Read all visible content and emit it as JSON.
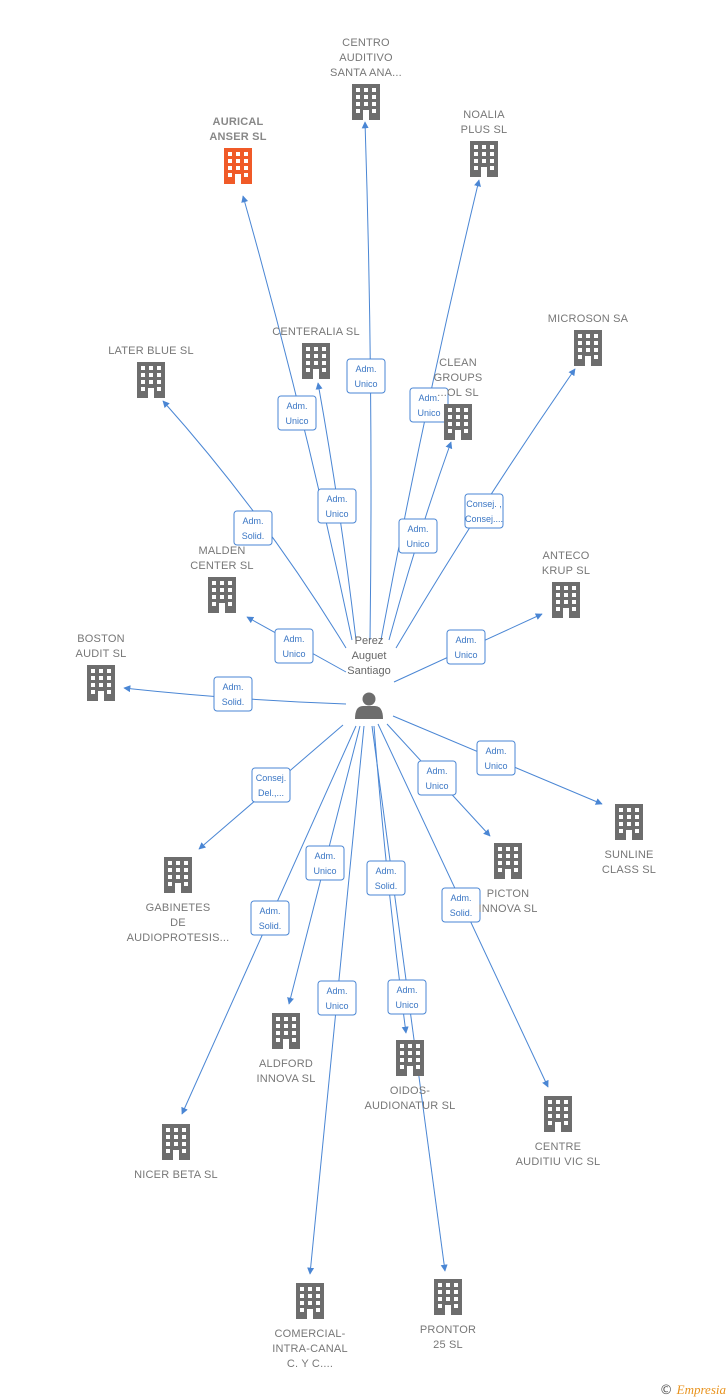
{
  "center": {
    "label_lines": [
      "Perez",
      "Auguet",
      "Santiago"
    ],
    "icon": "person-icon"
  },
  "colors": {
    "edge": "#4a86d4",
    "building": "#6d6d6d",
    "highlight_building": "#f05a28",
    "label": "#777777"
  },
  "nodes": [
    {
      "id": "centro-auditivo",
      "label_lines": [
        "CENTRO",
        "AUDITIVO",
        "SANTA ANA..."
      ],
      "icon": "building-icon",
      "highlight": false
    },
    {
      "id": "aurical-anser",
      "label_lines": [
        "AURICAL",
        "ANSER SL"
      ],
      "icon": "building-icon",
      "highlight": true
    },
    {
      "id": "noalia-plus",
      "label_lines": [
        "NOALIA",
        "PLUS SL"
      ],
      "icon": "building-icon",
      "highlight": false
    },
    {
      "id": "centeralia",
      "label_lines": [
        "CENTERALIA SL"
      ],
      "icon": "building-icon",
      "highlight": false
    },
    {
      "id": "later-blue",
      "label_lines": [
        "LATER BLUE SL"
      ],
      "icon": "building-icon",
      "highlight": false
    },
    {
      "id": "clean-groups",
      "label_lines": [
        "CLEAN",
        "GROUPS",
        "...OL SL"
      ],
      "icon": "building-icon",
      "highlight": false
    },
    {
      "id": "microson",
      "label_lines": [
        "MICROSON SA"
      ],
      "icon": "building-icon",
      "highlight": false
    },
    {
      "id": "malden-center",
      "label_lines": [
        "MALDEN",
        "CENTER SL"
      ],
      "icon": "building-icon",
      "highlight": false
    },
    {
      "id": "anteco-krup",
      "label_lines": [
        "ANTECO",
        "KRUP SL"
      ],
      "icon": "building-icon",
      "highlight": false
    },
    {
      "id": "boston-audit",
      "label_lines": [
        "BOSTON",
        "AUDIT SL"
      ],
      "icon": "building-icon",
      "highlight": false
    },
    {
      "id": "sunline-class",
      "label_lines": [
        "SUNLINE",
        "CLASS SL"
      ],
      "icon": "building-icon",
      "highlight": false
    },
    {
      "id": "gabinetes",
      "label_lines": [
        "GABINETES",
        "DE",
        "AUDIOPROTESIS..."
      ],
      "icon": "building-icon",
      "highlight": false
    },
    {
      "id": "picton-innova",
      "label_lines": [
        "PICTON",
        "INNOVA SL"
      ],
      "icon": "building-icon",
      "highlight": false
    },
    {
      "id": "aldford-innova",
      "label_lines": [
        "ALDFORD",
        "INNOVA SL"
      ],
      "icon": "building-icon",
      "highlight": false
    },
    {
      "id": "oidos-audionatur",
      "label_lines": [
        "OIDOS-",
        "AUDIONATUR SL"
      ],
      "icon": "building-icon",
      "highlight": false
    },
    {
      "id": "centre-auditiu",
      "label_lines": [
        "CENTRE",
        "AUDITIU VIC SL"
      ],
      "icon": "building-icon",
      "highlight": false
    },
    {
      "id": "nicer-beta",
      "label_lines": [
        "NICER BETA SL"
      ],
      "icon": "building-icon",
      "highlight": false
    },
    {
      "id": "comercial-intra",
      "label_lines": [
        "COMERCIAL-",
        "INTRA-CANAL",
        "C. Y C...."
      ],
      "icon": "building-icon",
      "highlight": false
    },
    {
      "id": "prontor-25",
      "label_lines": [
        "PRONTOR",
        "25 SL"
      ],
      "icon": "building-icon",
      "highlight": false
    }
  ],
  "edges": [
    {
      "to": "centro-auditivo",
      "label_lines": [
        "Adm.",
        "Unico"
      ]
    },
    {
      "to": "aurical-anser",
      "label_lines": [
        "Adm.",
        "Unico"
      ]
    },
    {
      "to": "noalia-plus",
      "label_lines": [
        "Adm.",
        "Unico"
      ]
    },
    {
      "to": "centeralia",
      "label_lines": [
        "Adm.",
        "Unico"
      ]
    },
    {
      "to": "later-blue",
      "label_lines": [
        "Adm.",
        "Solid."
      ]
    },
    {
      "to": "clean-groups",
      "label_lines": [
        "Adm.",
        "Unico"
      ]
    },
    {
      "to": "microson",
      "label_lines": [
        "Consej. ,",
        "Consej...."
      ]
    },
    {
      "to": "malden-center",
      "label_lines": [
        "Adm.",
        "Unico"
      ]
    },
    {
      "to": "anteco-krup",
      "label_lines": [
        "Adm.",
        "Unico"
      ]
    },
    {
      "to": "boston-audit",
      "label_lines": [
        "Adm.",
        "Solid."
      ]
    },
    {
      "to": "sunline-class",
      "label_lines": [
        "Adm.",
        "Unico"
      ]
    },
    {
      "to": "gabinetes",
      "label_lines": [
        "Consej.",
        "Del.,..."
      ]
    },
    {
      "to": "picton-innova",
      "label_lines": [
        "Adm.",
        "Unico"
      ]
    },
    {
      "to": "aldford-innova",
      "label_lines": [
        "Adm.",
        "Unico"
      ]
    },
    {
      "to": "oidos-audionatur",
      "label_lines": [
        "Adm.",
        "Solid."
      ]
    },
    {
      "to": "centre-auditiu",
      "label_lines": [
        "Adm.",
        "Solid."
      ]
    },
    {
      "to": "nicer-beta",
      "label_lines": [
        "Adm.",
        "Solid."
      ]
    },
    {
      "to": "comercial-intra",
      "label_lines": [
        "Adm.",
        "Unico"
      ]
    },
    {
      "to": "prontor-25",
      "label_lines": [
        "Adm.",
        "Unico"
      ]
    }
  ],
  "footer": {
    "copyright_symbol": "©",
    "brand": "Empresia"
  }
}
